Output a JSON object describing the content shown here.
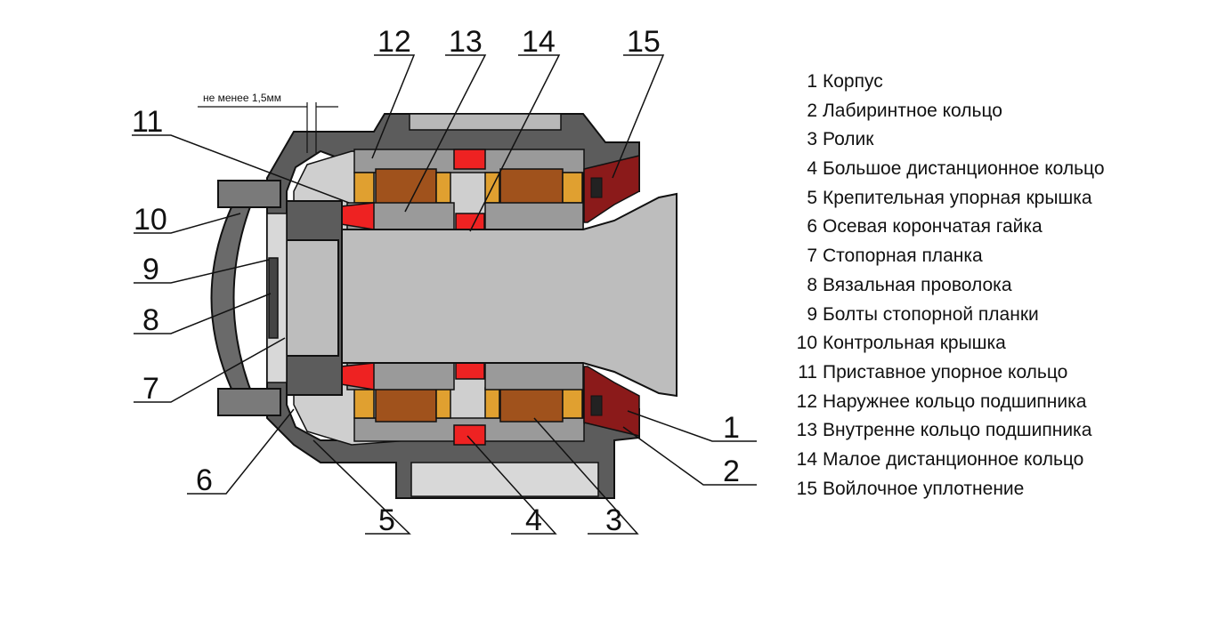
{
  "dimension_note": "не менее 1,5мм",
  "callouts": {
    "c1": "1",
    "c2": "2",
    "c3": "3",
    "c4": "4",
    "c5": "5",
    "c6": "6",
    "c7": "7",
    "c8": "8",
    "c9": "9",
    "c10": "10",
    "c11": "11",
    "c12": "12",
    "c13": "13",
    "c14": "14",
    "c15": "15"
  },
  "legend": [
    {
      "num": "1",
      "text": "Корпус"
    },
    {
      "num": "2",
      "text": "Лабиринтное кольцо"
    },
    {
      "num": "3",
      "text": "Ролик"
    },
    {
      "num": "4",
      "text": "Большое дистанционное кольцо"
    },
    {
      "num": "5",
      "text": "Крепительная упорная крышка"
    },
    {
      "num": "6",
      "text": "Осевая корончатая гайка"
    },
    {
      "num": "7",
      "text": "Стопорная планка"
    },
    {
      "num": "8",
      "text": "Вязальная проволока"
    },
    {
      "num": "9",
      "text": "Болты стопорной планки"
    },
    {
      "num": "10",
      "text": "Контрольная крышка"
    },
    {
      "num": "11",
      "text": "Приставное упорное кольцо"
    },
    {
      "num": "12",
      "text": "Наружнее кольцо подшипника"
    },
    {
      "num": "13",
      "text": "Внутренне кольцо подшипника"
    },
    {
      "num": "14",
      "text": "Малое дистанционное кольцо"
    },
    {
      "num": "15",
      "text": "Войлочное уплотнение"
    }
  ],
  "colors": {
    "housing": "#5c5c5c",
    "ring": "#9a9a9a",
    "axle": "#bdbdbd",
    "roller": "#a0521c",
    "cage": "#e0a030",
    "spacer": "#ee2222",
    "labyrinth": "#8b1a1a"
  }
}
